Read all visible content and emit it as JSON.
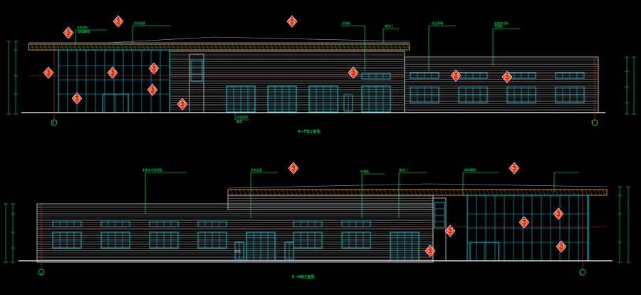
{
  "colors": {
    "background": "#000000",
    "wall_line": "#cfcfcf",
    "glass": "#00c8d8",
    "dim": "#00ff66",
    "roof": "#ffb050",
    "marker": "#e81020",
    "grid_axis": "#ff3030"
  },
  "elevation_top": {
    "title": "A—E轴立面图",
    "axis_left": "A",
    "axis_right": "E",
    "annotations": [
      "外墙涂料",
      "铝合金窗",
      "彩钢板",
      "卷帘门",
      "成品雨篷",
      "铝塑板",
      "彩钢夹芯板",
      "玻璃幕墙",
      "外墙面砖",
      "成品"
    ]
  },
  "elevation_bottom": {
    "title": "E—A轴立面图",
    "axis_left": "E",
    "axis_right": "A",
    "annotations": [
      "彩钢夹芯板墙面",
      "铝合金窗",
      "彩钢板",
      "卷帘门",
      "玻璃幕墙",
      "成品"
    ]
  },
  "marker_tag": "A-1"
}
